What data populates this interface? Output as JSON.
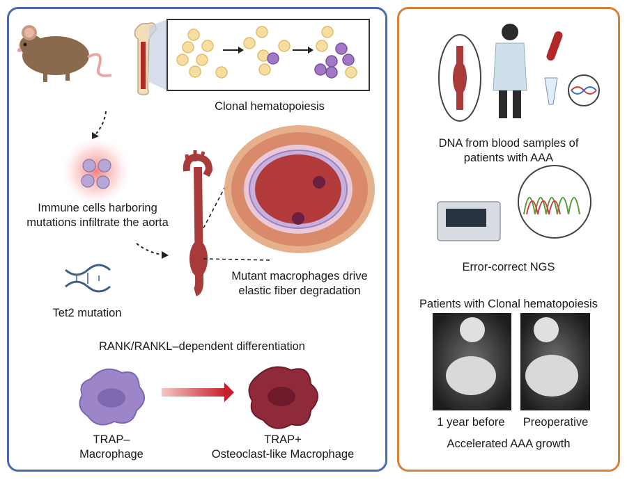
{
  "left": {
    "clonal_label": "Clonal hematopoiesis",
    "immune_label_1": "Immune cells harboring",
    "immune_label_2": "mutations infiltrate the aorta",
    "tet2_label": "Tet2 mutation",
    "mutant_label_1": "Mutant macrophages drive",
    "mutant_label_2": "elastic fiber degradation",
    "rank_label": "RANK/RANKL–dependent differentiation",
    "trap_minus_1": "TRAP–",
    "trap_minus_2": "Macrophage",
    "trap_plus_1": "TRAP+",
    "trap_plus_2": "Osteoclast-like Macrophage"
  },
  "right": {
    "dna_label_1": "DNA from blood samples of",
    "dna_label_2": "patients with AAA",
    "ngs_label": "Error-correct NGS",
    "patients_label": "Patients with Clonal hematopoiesis",
    "ct_before": "1 year before",
    "ct_preop": "Preoperative",
    "growth_label": "Accelerated AAA growth"
  },
  "colors": {
    "left_border": "#4a6ab8",
    "right_border": "#d4813a",
    "aorta": "#a83a3a",
    "cell_normal": "#f5dea0",
    "cell_mutant": "#a178c4",
    "macrophage_minus": "#9c86c9",
    "macrophage_plus": "#8e2a3a"
  }
}
